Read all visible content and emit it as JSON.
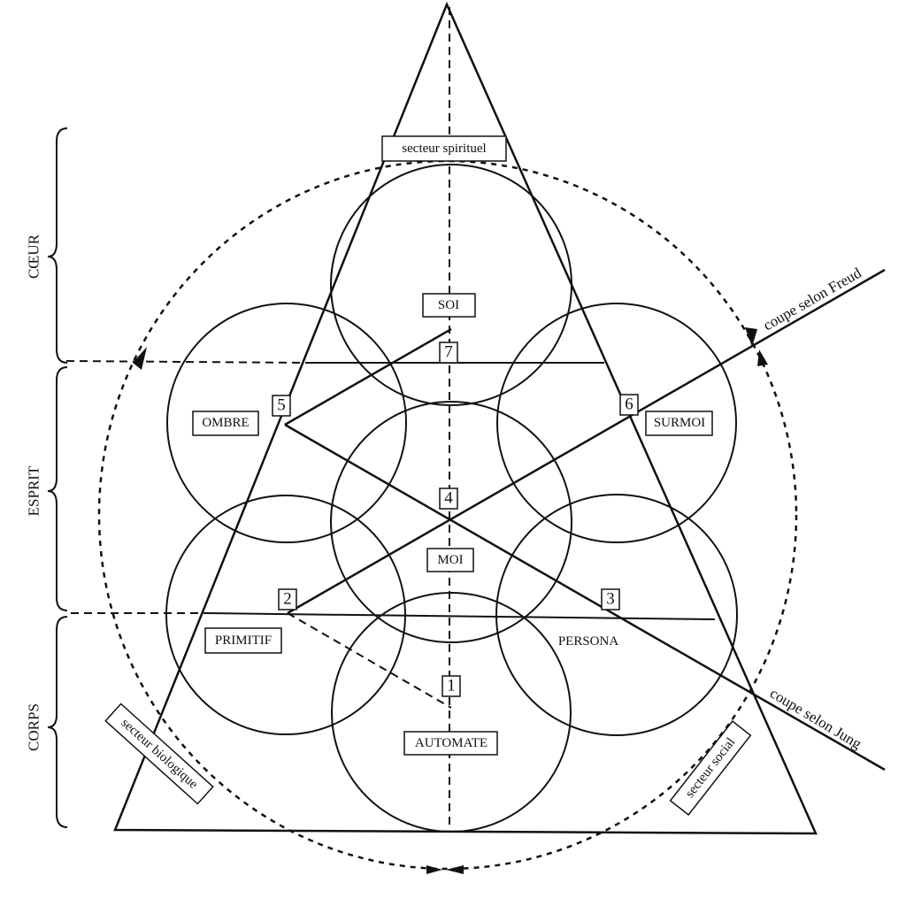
{
  "title_box": "secteur spirituel",
  "sides": {
    "coeur": "CŒUR",
    "esprit": "ESPRIT",
    "corps": "CORPS"
  },
  "circles": {
    "soi": "SOI",
    "ombre": "OMBRE",
    "surmoi": "SURMOI",
    "moi": "MOI",
    "primitif": "PRIMITIF",
    "persona": "PERSONA",
    "automate": "AUTOMATE"
  },
  "numbers": {
    "n1": "1",
    "n2": "2",
    "n3": "3",
    "n4": "4",
    "n5": "5",
    "n6": "6",
    "n7": "7"
  },
  "sectors": {
    "biologique": "secteur biologique",
    "social": "secteur social"
  },
  "cuts": {
    "freud": "coupe selon Freud",
    "jung": "coupe selon Jung"
  }
}
